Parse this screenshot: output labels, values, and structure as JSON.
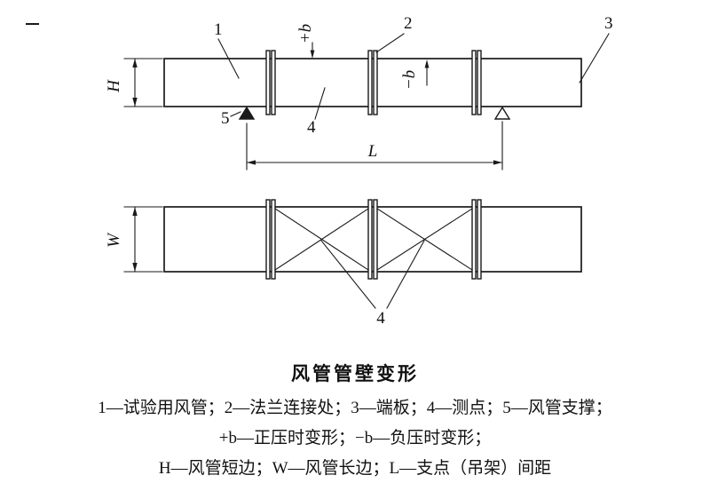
{
  "figure": {
    "title": "风管管壁变形",
    "legend": [
      "1—试验用风管；2—法兰连接处；3—端板；4—测点；5—风管支撑；",
      "+b—正压时变形；−b—负压时变形；",
      "H—风管短边；W—风管长边；L—支点（吊架）间距"
    ]
  },
  "labels": {
    "n1": "1",
    "n2": "2",
    "n3": "3",
    "n4": "4",
    "n4_bottom": "4",
    "n5": "5",
    "plus_b": "+b",
    "minus_b": "−b",
    "H": "H",
    "W": "W",
    "L": "L"
  },
  "colors": {
    "ink": "#1a1a1a",
    "paper": "#ffffff"
  }
}
